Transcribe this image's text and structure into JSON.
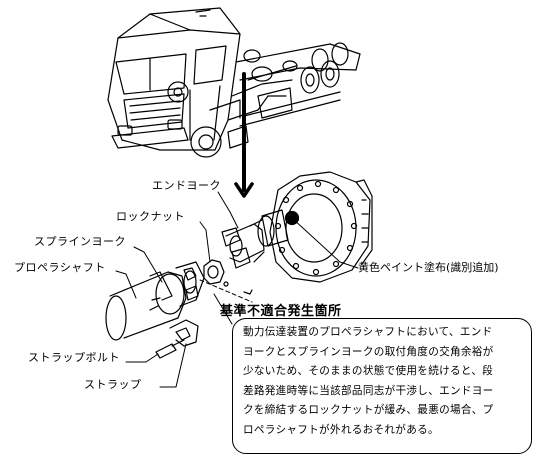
{
  "labels": {
    "end_yoke": "エンドヨーク",
    "lock_nut": "ロックナット",
    "spline_yoke": "スプラインヨーク",
    "propeller_shaft": "プロペラシャフト",
    "strap_bolt": "ストラップボルト",
    "strap": "ストラップ",
    "yellow_paint": "黄色ペイント塗布(識別追加)"
  },
  "section_title": "基準不適合発生箇所",
  "description_lines": [
    "動力伝達装置のプロペラシャフトにおいて、エンド",
    "ヨークとスプラインヨークの取付角度の交角余裕が",
    "少ないため、そのままの状態で使用を続けると、段",
    "差路発進時等に当該部品同志が干渉し、エンドヨー",
    "クを締結するロックナットが緩み、最悪の場合、プ",
    "ロペラシャフトが外れるおそれがある。"
  ]
}
